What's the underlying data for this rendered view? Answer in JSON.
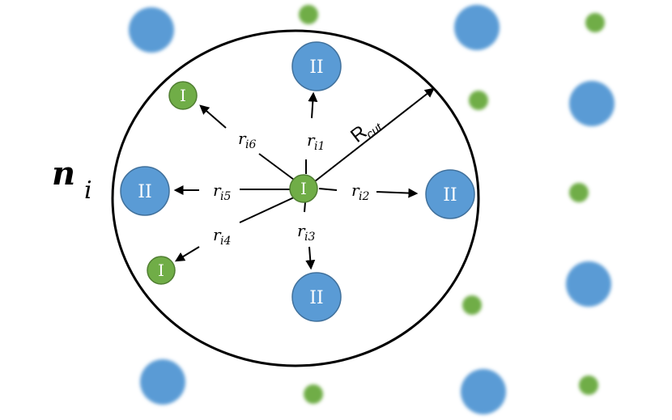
{
  "colors": {
    "type_II_atom": "#5a9bd5",
    "type_II_stroke": "#41719c",
    "type_I_atom": "#70ad47",
    "type_I_stroke": "#507e32",
    "line": "#000000"
  },
  "labels": {
    "atom_I": "I",
    "atom_II": "II",
    "cutoff_main": "R",
    "cutoff_sub": "cut",
    "neighborhood_main": "n",
    "neighborhood_sub": "i",
    "r": "r",
    "r1_sub": "i1",
    "r2_sub": "i2",
    "r3_sub": "i3",
    "r4_sub": "i4",
    "r5_sub": "i5",
    "r6_sub": "i6"
  }
}
